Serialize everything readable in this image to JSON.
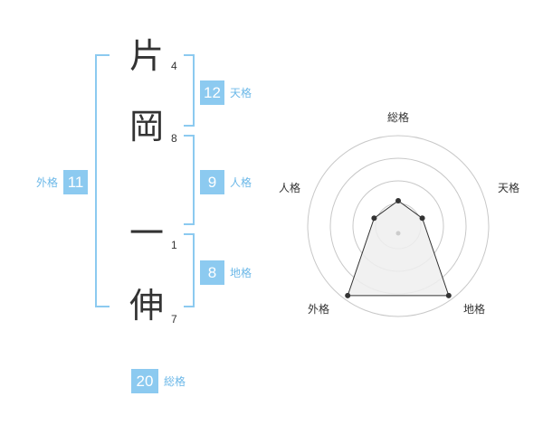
{
  "name": {
    "characters": [
      {
        "char": "片",
        "strokes": "4"
      },
      {
        "char": "岡",
        "strokes": "8"
      },
      {
        "char": "一",
        "strokes": "1"
      },
      {
        "char": "伸",
        "strokes": "7"
      }
    ]
  },
  "fortunes": {
    "tenkaku": {
      "value": "12",
      "label": "天格"
    },
    "jinkaku": {
      "value": "9",
      "label": "人格"
    },
    "chikaku": {
      "value": "8",
      "label": "地格"
    },
    "gaikaku": {
      "value": "11",
      "label": "外格"
    },
    "soukaku": {
      "value": "20",
      "label": "総格"
    }
  },
  "radar": {
    "axes": [
      "総格",
      "天格",
      "地格",
      "外格",
      "人格"
    ],
    "levels": 4,
    "values": [
      0.28,
      0.28,
      0.95,
      0.95,
      0.28
    ],
    "colors": {
      "ring": "#c8c8c8",
      "fill": "#eeeeee",
      "line": "#333333",
      "point": "#333333",
      "center": "#cccccc"
    }
  },
  "colors": {
    "accent": "#8ccaf0",
    "accent_text": "#6cb8e8",
    "text": "#333333"
  }
}
